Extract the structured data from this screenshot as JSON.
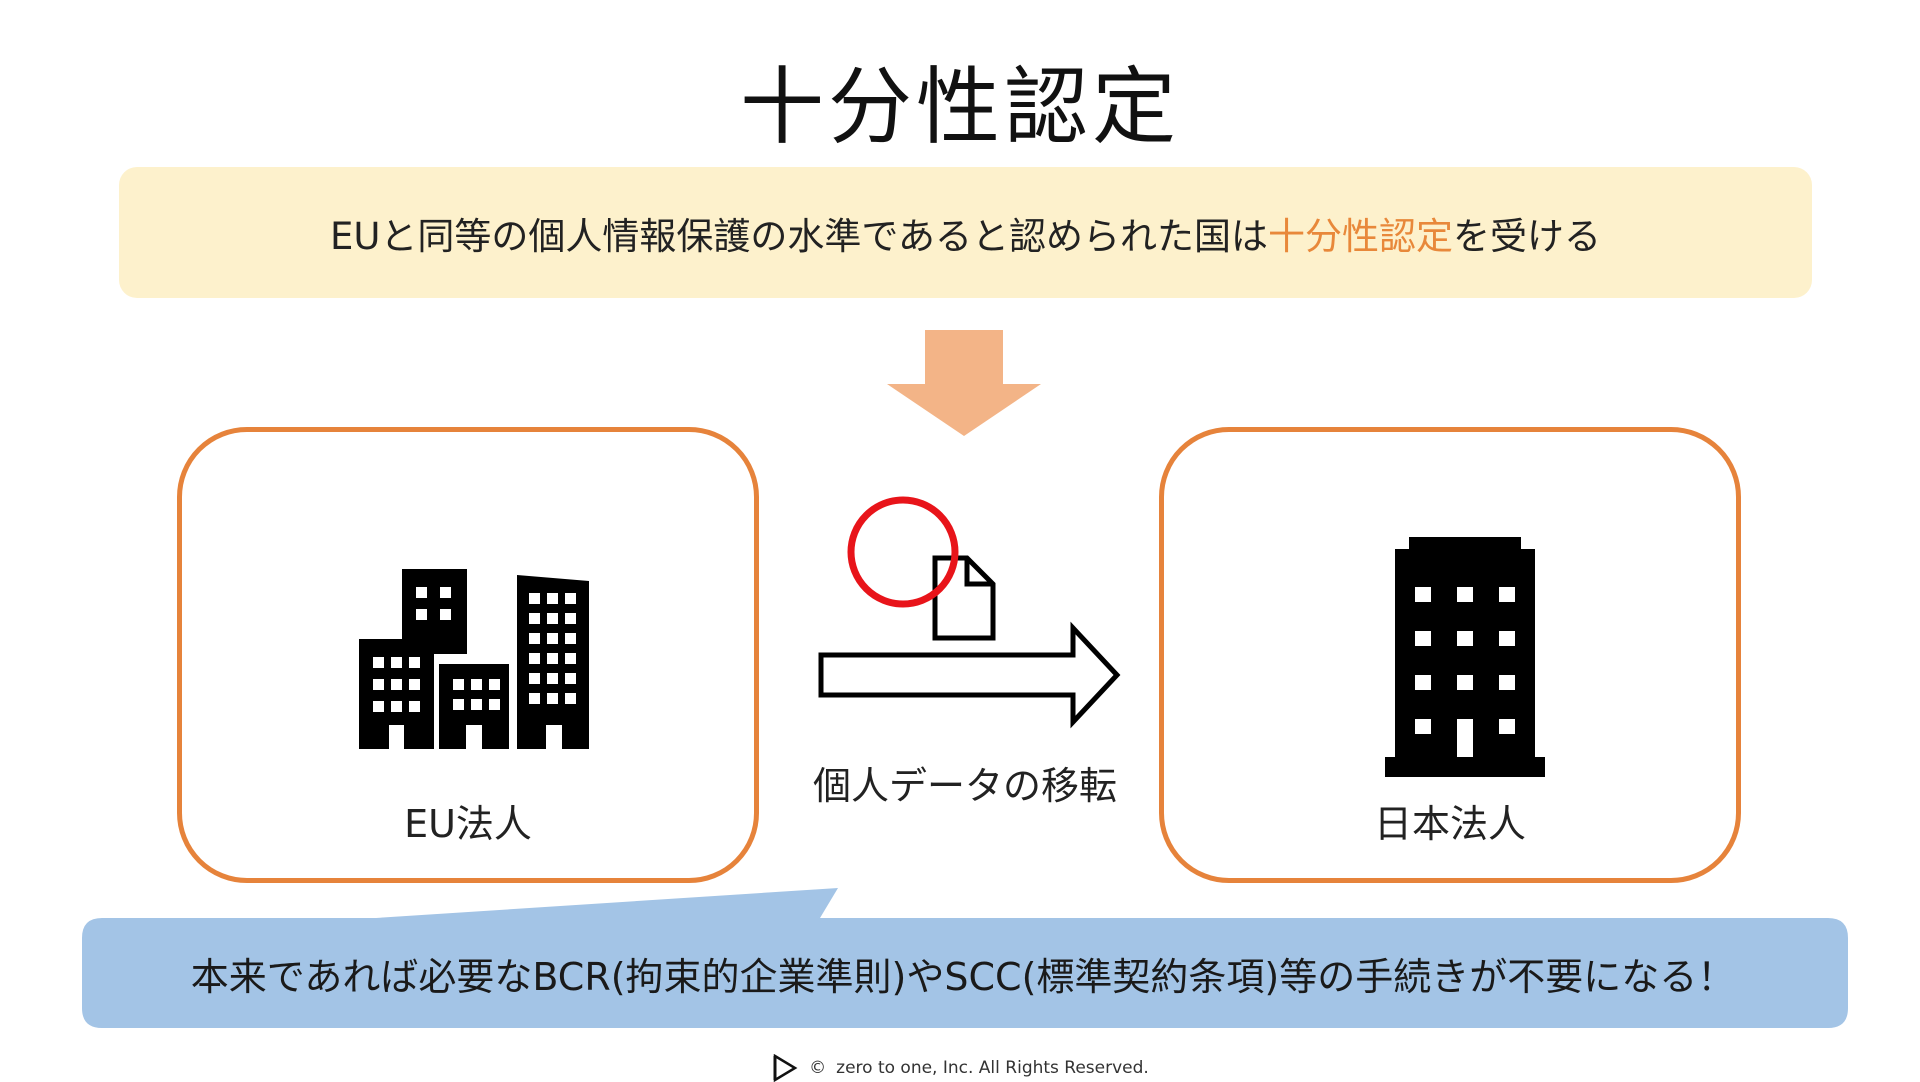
{
  "title": "十分性認定",
  "banner": {
    "text_before": "EUと同等の個人情報保護の水準であると認められた国は",
    "highlight": "十分性認定",
    "text_after": "を受ける"
  },
  "left_box": {
    "label": "EU法人",
    "icon": "office-buildings-icon"
  },
  "right_box": {
    "label": "日本法人",
    "icon": "office-tower-icon"
  },
  "transfer": {
    "label": "個人データの移転",
    "icons": [
      "document-icon",
      "red-circle-ok-icon",
      "right-arrow-icon"
    ]
  },
  "callout": {
    "text": "本来であれば必要なBCR(拘束的企業準則)やSCC(標準契約条項)等の手続きが不要になる！"
  },
  "footer": {
    "copyright_symbol": "©",
    "text": "zero to one, Inc. All Rights Reserved."
  },
  "colors": {
    "banner_bg": "#fdf1cc",
    "highlight": "#e8883a",
    "box_border": "#e6833b",
    "down_arrow": "#f3b487",
    "ok_circle": "#e8141a",
    "callout_bg": "#a3c4e6"
  }
}
